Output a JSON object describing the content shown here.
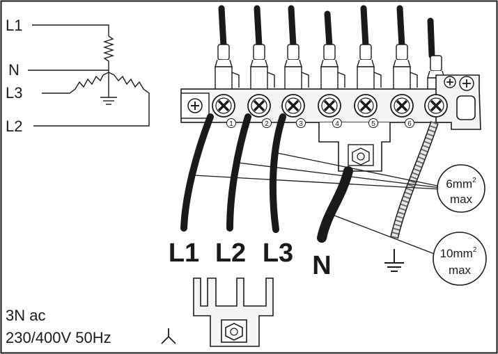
{
  "schematic": {
    "labels": [
      "L1",
      "N",
      "L3",
      "L2"
    ]
  },
  "terminal_numbers": [
    "1",
    "2",
    "3",
    "4",
    "5",
    "6"
  ],
  "cable_labels": [
    "L1",
    "L2",
    "L3",
    "N"
  ],
  "callouts": [
    {
      "size": "6mm",
      "sup": "2",
      "note": "max"
    },
    {
      "size": "10mm",
      "sup": "2",
      "note": "max"
    }
  ],
  "supply": {
    "line1": "3N ac",
    "line2": "230/400V 50Hz"
  },
  "colors": {
    "ink": "#1a1a1a",
    "background": "#ffffff",
    "metal": "#f4f4f4"
  },
  "icons": [
    "wye-symbol-icon",
    "ground-icon",
    "screw-icon",
    "nut-icon"
  ]
}
